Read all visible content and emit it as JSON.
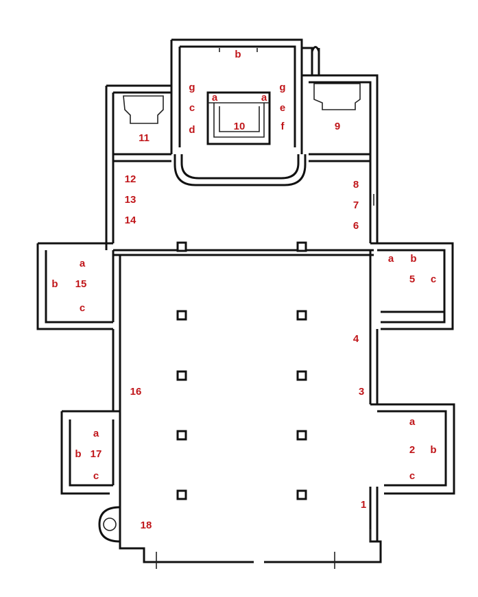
{
  "title": "Church floor plan",
  "label_color": "#c0161a",
  "labels": [
    "b",
    "g",
    "a",
    "a",
    "g",
    "c",
    "e",
    "10",
    "d",
    "f",
    "11",
    "9",
    "12",
    "13",
    "14",
    "8",
    "7",
    "6",
    "a",
    "b",
    "15",
    "c",
    "a",
    "b",
    "5",
    "c",
    "4",
    "16",
    "3",
    "a",
    "a",
    "b",
    "17",
    "2",
    "b",
    "c",
    "c",
    "1",
    "18"
  ]
}
